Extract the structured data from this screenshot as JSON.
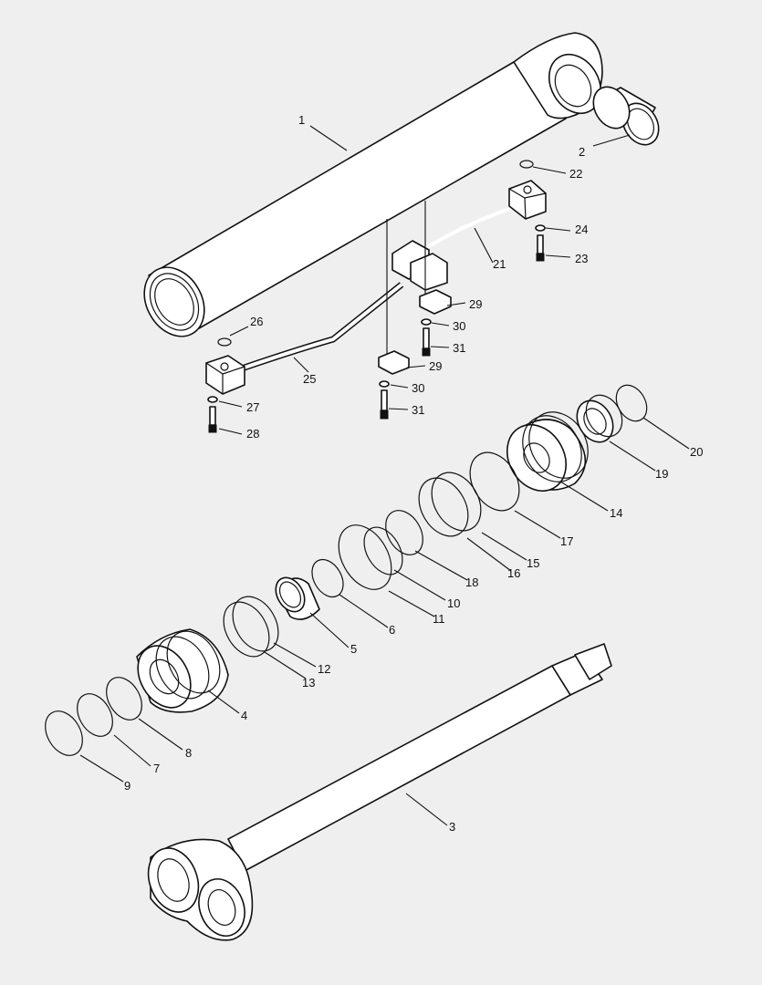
{
  "diagram": {
    "callouts": [
      "1",
      "2",
      "3",
      "4",
      "5",
      "6",
      "7",
      "8",
      "9",
      "10",
      "11",
      "12",
      "13",
      "14",
      "15",
      "16",
      "17",
      "18",
      "19",
      "20",
      "21",
      "22",
      "23",
      "24",
      "25",
      "26",
      "27",
      "28",
      "29",
      "29",
      "30",
      "30",
      "31",
      "31"
    ]
  }
}
